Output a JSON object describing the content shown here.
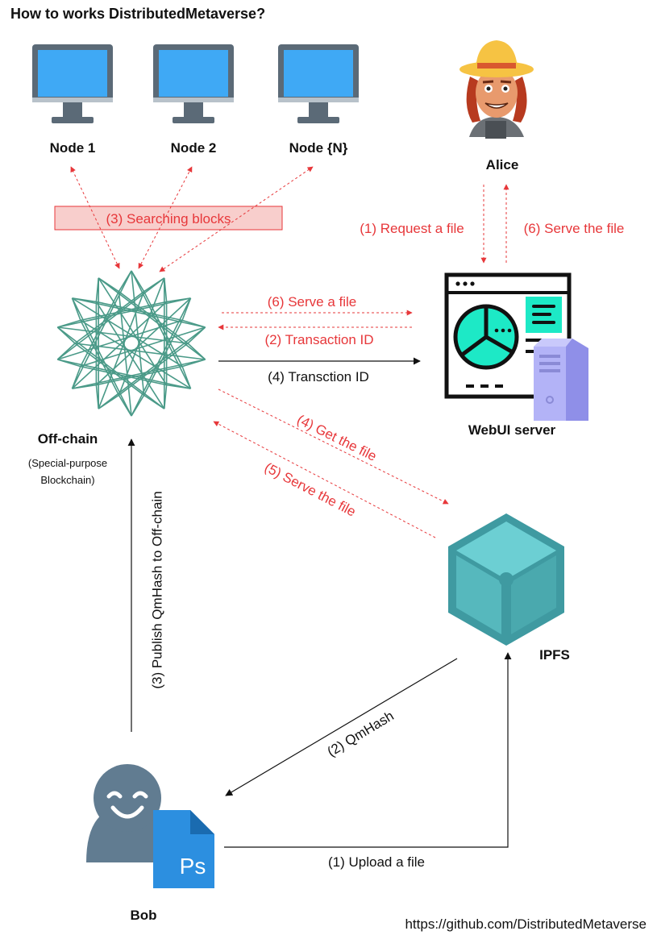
{
  "title": "How to works DistributedMetaverse?",
  "nodes": {
    "node1": "Node 1",
    "node2": "Node 2",
    "nodeN": "Node {N}"
  },
  "actors": {
    "alice": "Alice",
    "bob": "Bob"
  },
  "components": {
    "offchain_title": "Off-chain",
    "offchain_sub1": "(Special-purpose",
    "offchain_sub2": "Blockchain)",
    "webui": "WebUI server",
    "ipfs": "IPFS",
    "ps_badge": "Ps"
  },
  "edges": {
    "searching_blocks": "(3) Searching blocks",
    "request_file": "(1) Request a file",
    "serve_the_file_alice": "(6) Serve the file",
    "serve_a_file": "(6) Serve a file",
    "transaction_id": "(2) Transaction ID",
    "transction_id": "(4) Transction ID",
    "get_the_file": "(4) Get the file",
    "serve_the_file_ipfs": "(5) Serve the file",
    "publish_qmhash": "(3) Publish QmHash to Off-chain",
    "qmhash": "(2) QmHash",
    "upload_file": "(1) Upload a file"
  },
  "footer": "https://github.com/DistributedMetaverse",
  "colors": {
    "red_flow": "#e7373a",
    "black_flow": "#111111",
    "highlight_fill": "#f8cecc",
    "monitor_screen": "#3fa9f5",
    "monitor_frame": "#5b6a77",
    "network_green": "#4a9a88",
    "ipfs_teal": "#4fb0b6",
    "webui_accent": "#1de9c6",
    "server_purple": "#a9a9f5",
    "bob_gray": "#617c91",
    "ps_blue": "#2c8fe0"
  }
}
